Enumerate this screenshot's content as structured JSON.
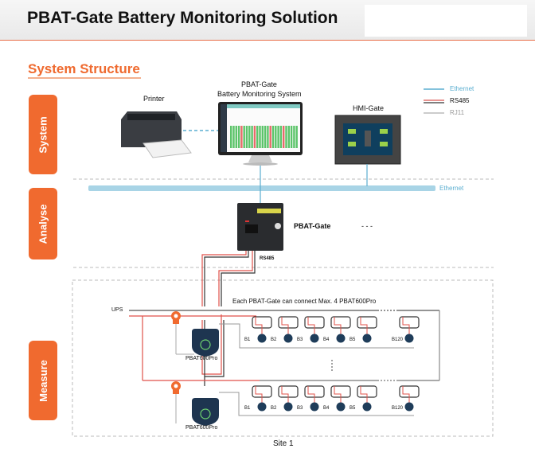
{
  "header": {
    "title": "PBAT-Gate Battery Monitoring Solution"
  },
  "section": {
    "title": "System Structure"
  },
  "layers": [
    {
      "label": "System"
    },
    {
      "label": "Analyse"
    },
    {
      "label": "Measure"
    }
  ],
  "legend": {
    "items": [
      {
        "label": "Ethernet",
        "color": "#5aaed0"
      },
      {
        "label": "RS485",
        "color": "#d9534f"
      },
      {
        "label": "RJ11",
        "color": "#9a9a9a"
      }
    ]
  },
  "system": {
    "printer_label": "Printer",
    "monitor_label_line1": "PBAT-Gate",
    "monitor_label_line2": "Battery Monitoring System",
    "hmi_label": "HMI-Gate"
  },
  "analyse": {
    "ethernet_bus_label": "Ethernet",
    "gate_label": "PBAT-Gate",
    "gate_more": "- - -",
    "rs485_label": "RS485"
  },
  "measure": {
    "ups_label": "UPS",
    "note": "Each PBAT-Gate can connect Max. 4 PBAT600Pro",
    "device_label_1": "PBAT600Pro",
    "device_label_2": "PBAT600Pro",
    "battery_labels": [
      "B1",
      "B2",
      "B3",
      "B4",
      "B5",
      "B120"
    ],
    "site_label": "Site 1"
  },
  "colors": {
    "accent": "#f06a2f",
    "ethernet": "#a8d4e6",
    "rs485": "#e0524a",
    "rj11": "#9a9a9a"
  }
}
